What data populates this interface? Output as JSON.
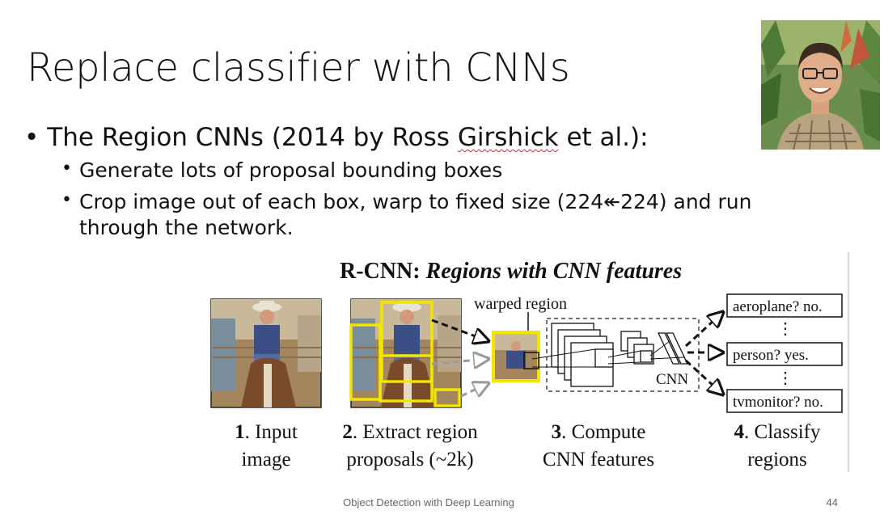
{
  "slide": {
    "title": "Replace classifier with CNNs",
    "bullets": {
      "main": {
        "prefix": "The Region CNNs (2014 by Ross ",
        "name": "Girshick",
        "suffix": " et al.):"
      },
      "sub1": "Generate lots of proposal bounding boxes",
      "sub2": "Crop image out of each box, warp to fixed size (224↞224) and run through the network."
    }
  },
  "figure": {
    "title_plain": "R-CNN: ",
    "title_italic": "Regions with CNN features",
    "warped_label": "warped region",
    "cnn_label": "CNN",
    "outputs": [
      "aeroplane? no.",
      "person? yes.",
      "tvmonitor? no."
    ],
    "ellipsis": "⋮",
    "steps": [
      {
        "num": "1",
        "line1": ". Input",
        "line2": "image"
      },
      {
        "num": "2",
        "line1": ". Extract region",
        "line2": "proposals (~2k)"
      },
      {
        "num": "3",
        "line1": ". Compute",
        "line2": "CNN features"
      },
      {
        "num": "4",
        "line1": ". Classify",
        "line2": "regions"
      }
    ],
    "colors": {
      "proposal_box": "#f2e600",
      "arrow": "#111111",
      "arrow_faded": "#9a9a9a"
    }
  },
  "footer": {
    "text": "Object Detection with Deep Learning",
    "page": "44"
  }
}
